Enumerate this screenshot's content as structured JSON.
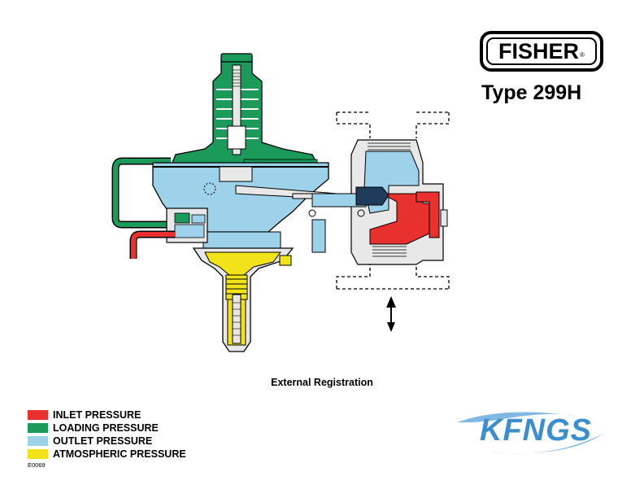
{
  "brand": {
    "logo_text": "FISHER",
    "registered_mark": "®"
  },
  "title": "Type 299H",
  "caption": "External Registration",
  "legend": [
    {
      "label": "INLET PRESSURE",
      "color": "#e8312f"
    },
    {
      "label": "LOADING PRESSURE",
      "color": "#1b9a5a"
    },
    {
      "label": "OUTLET PRESSURE",
      "color": "#9ed2ea"
    },
    {
      "label": "ATMOSPHERIC PRESSURE",
      "color": "#f2e21a"
    }
  ],
  "drawing_code": "E0069",
  "company_logo": "KFNGS",
  "colors": {
    "inlet": "#e8312f",
    "loading": "#1b9a5a",
    "outlet": "#9ed2ea",
    "atmospheric": "#f2e21a",
    "body": "#e8e8e8",
    "outline": "#000000",
    "kfngs_blue": "#3b8fcf"
  }
}
